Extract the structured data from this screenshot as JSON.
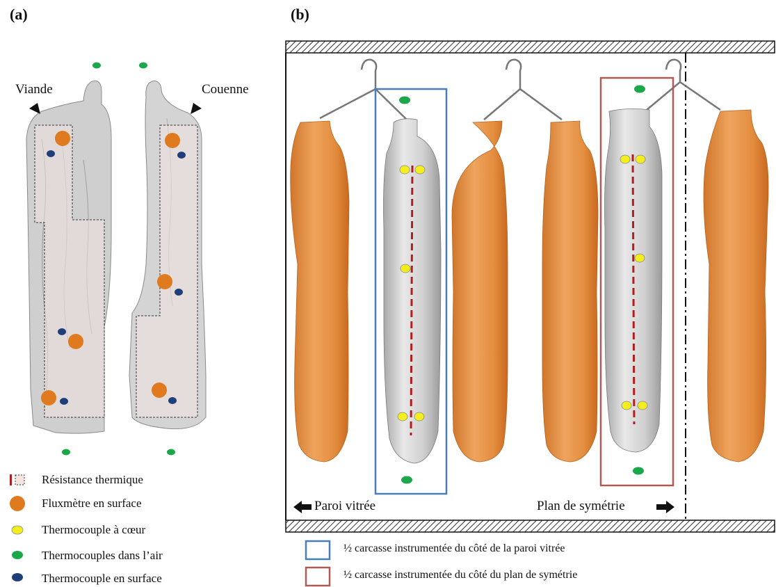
{
  "panel_a": {
    "label": "(a)",
    "annotation_left": "Viande",
    "annotation_right": "Couenne"
  },
  "panel_b": {
    "label": "(b)",
    "left_label": "Paroi vitrée",
    "right_label": "Plan de symétrie"
  },
  "legend_a": [
    {
      "symbol": "thermal-resistance",
      "text": "Résistance thermique"
    },
    {
      "symbol": "orange-circle",
      "text": "Fluxmètre en surface"
    },
    {
      "symbol": "yellow-ellipse",
      "text": "Thermocouple à cœur"
    },
    {
      "symbol": "green-ellipse",
      "text": "Thermocouples dans l’air"
    },
    {
      "symbol": "navy-ellipse",
      "text": "Thermocouple en surface"
    }
  ],
  "legend_b": [
    {
      "color": "#4a7ebb",
      "text": "½ carcasse instrumentée  du côté de la paroi vitrée"
    },
    {
      "color": "#b05a55",
      "text": "½ carcasse instrumentée  du côté du plan de symétrie"
    }
  ],
  "colors": {
    "carcass_orange": "#e08a3c",
    "carcass_grey": "#c9c9c9",
    "flux_orange": "#e07a1e",
    "core_yellow": "#f5ee1e",
    "air_green": "#1aa84a",
    "surface_navy": "#1f3f7a",
    "resistance_red": "#b01e1e",
    "blue_frame": "#4a7ebb",
    "red_frame": "#b05a55"
  }
}
